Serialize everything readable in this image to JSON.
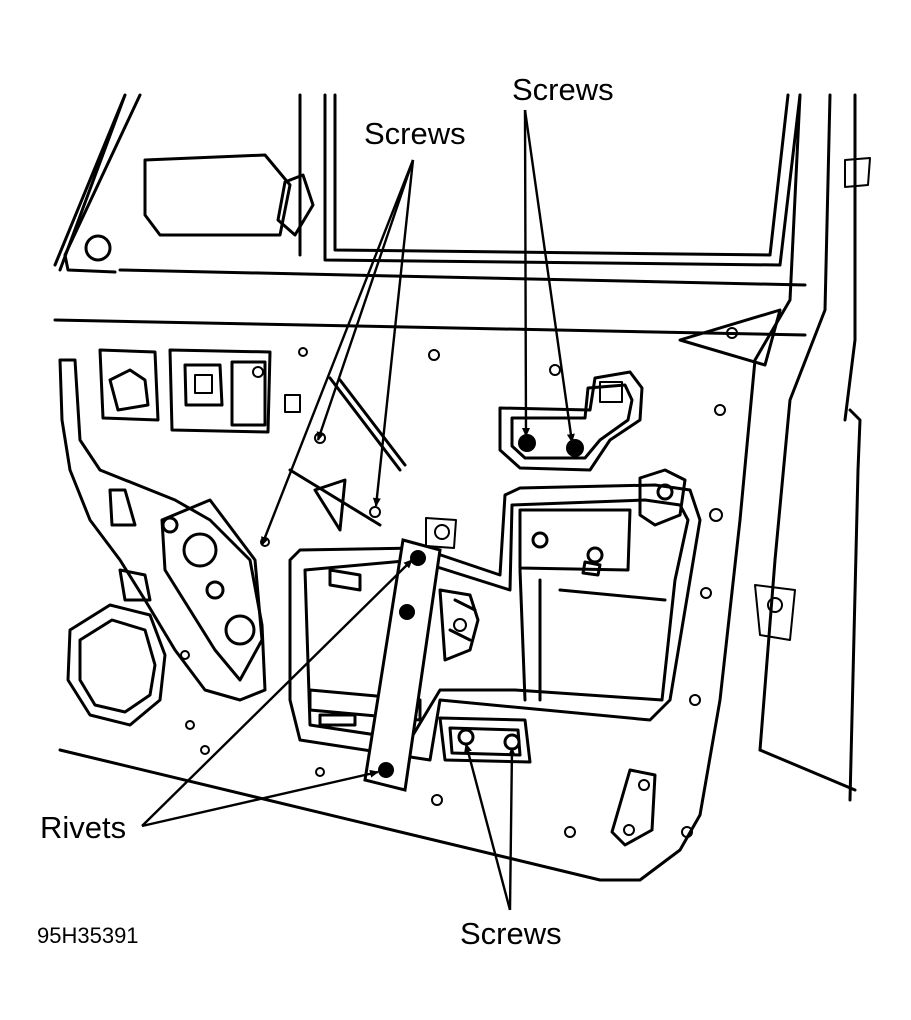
{
  "labels": {
    "screws_upper_center": "Screws",
    "screws_upper_right": "Screws",
    "rivets": "Rivets",
    "screws_bottom": "Screws",
    "figure_id": "95H35391"
  },
  "colors": {
    "ink": "#000000",
    "paper": "#ffffff"
  }
}
